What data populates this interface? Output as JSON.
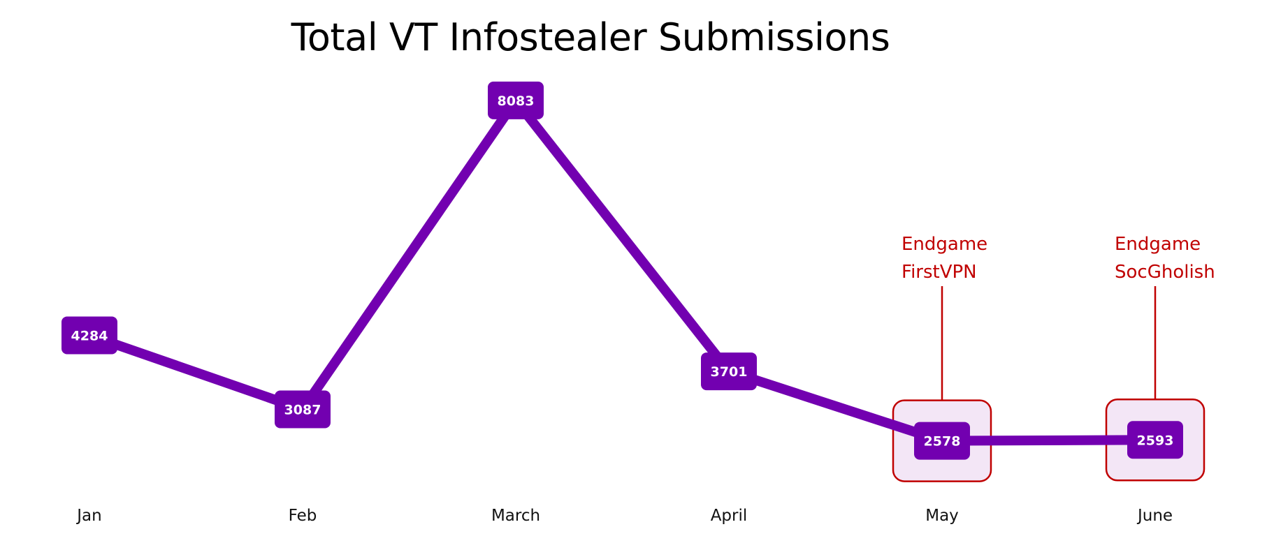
{
  "chart_data": {
    "type": "line",
    "title": "Total VT Infostealer Submissions",
    "categories": [
      "Jan",
      "Feb",
      "March",
      "April",
      "May",
      "June"
    ],
    "series": [
      {
        "values": [
          4284,
          3087,
          8083,
          3701,
          2578,
          2593
        ]
      }
    ],
    "xlabel": "",
    "ylabel": "",
    "ylim": [
      0,
      9000
    ],
    "grid": false,
    "legend": "none",
    "annotations": [
      {
        "category": "May",
        "lines": [
          "Endgame",
          "FirstVPN"
        ]
      },
      {
        "category": "June",
        "lines": [
          "Endgame",
          "SocGholish"
        ]
      }
    ],
    "colors": {
      "line": "#7200b0",
      "label_box": "#7200b0",
      "label_text": "#ffffff",
      "annotation": "#c00000",
      "highlight_fill": "#f3e6f6"
    }
  }
}
